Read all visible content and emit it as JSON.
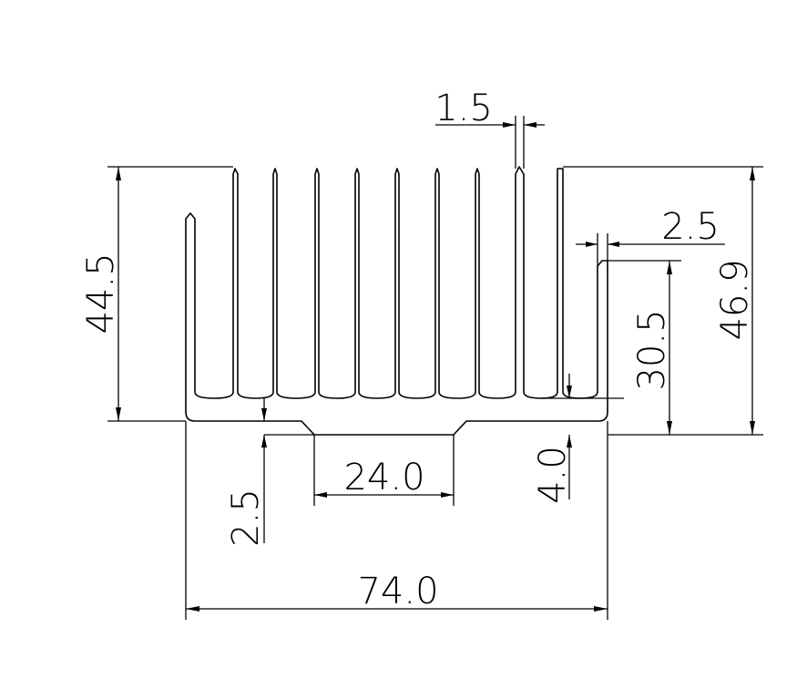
{
  "dimensions": {
    "fin_thickness": "1.5",
    "side_fin_thickness": "2.5",
    "height_left": "44.5",
    "height_right": "46.9",
    "side_fin_height": "30.5",
    "base_thickness": "4.0",
    "foot_height": "2.5",
    "channel_width": "24.0",
    "total_width": "74.0"
  },
  "colors": {
    "line": "#000000",
    "background": "#ffffff"
  }
}
